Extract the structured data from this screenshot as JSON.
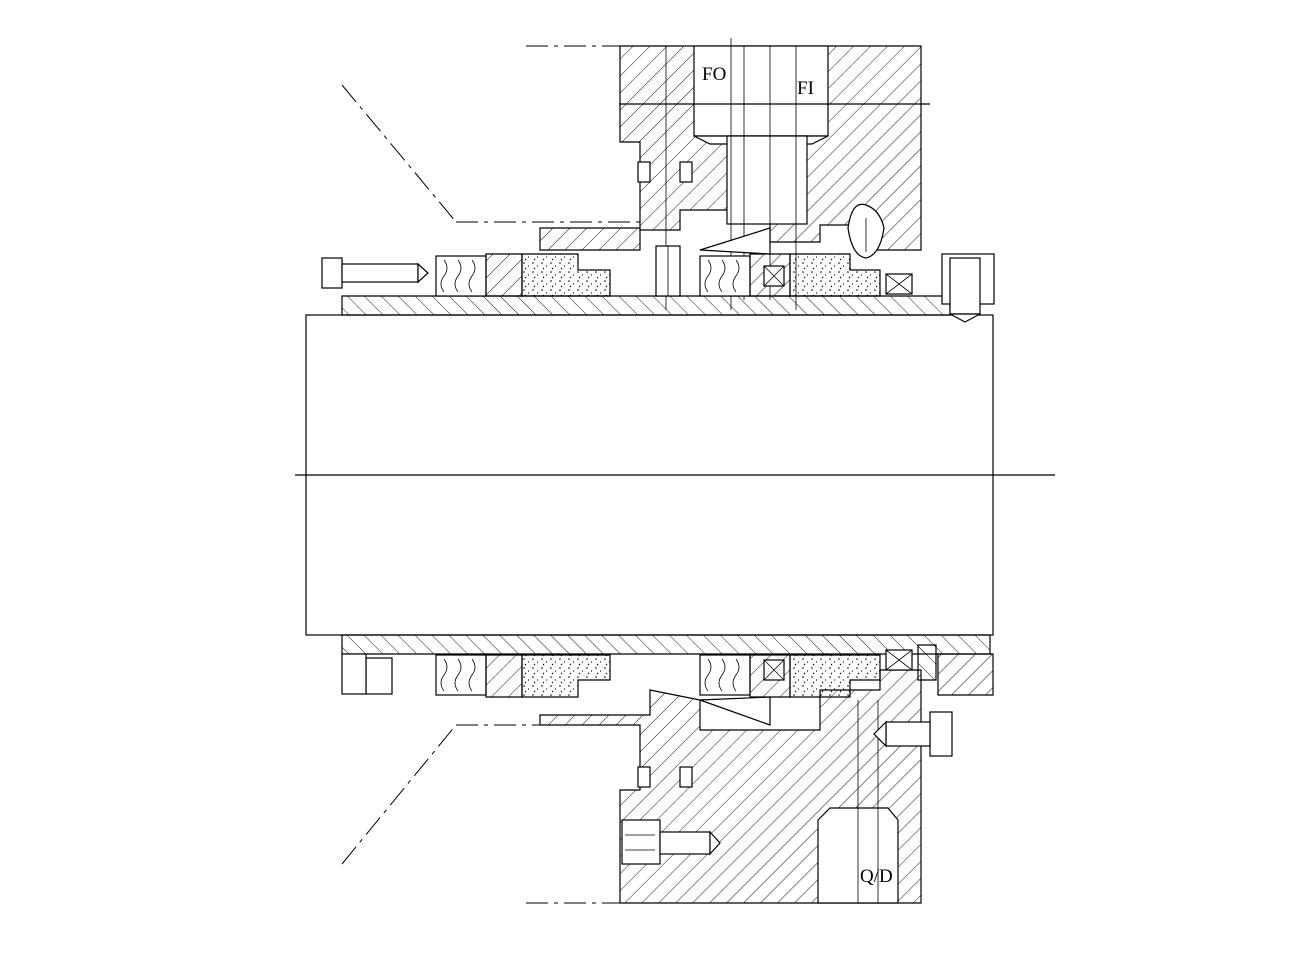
{
  "drawing": {
    "labels": {
      "flush_out": "FO",
      "flush_in": "FI",
      "quench_drain": "Q/D"
    }
  }
}
